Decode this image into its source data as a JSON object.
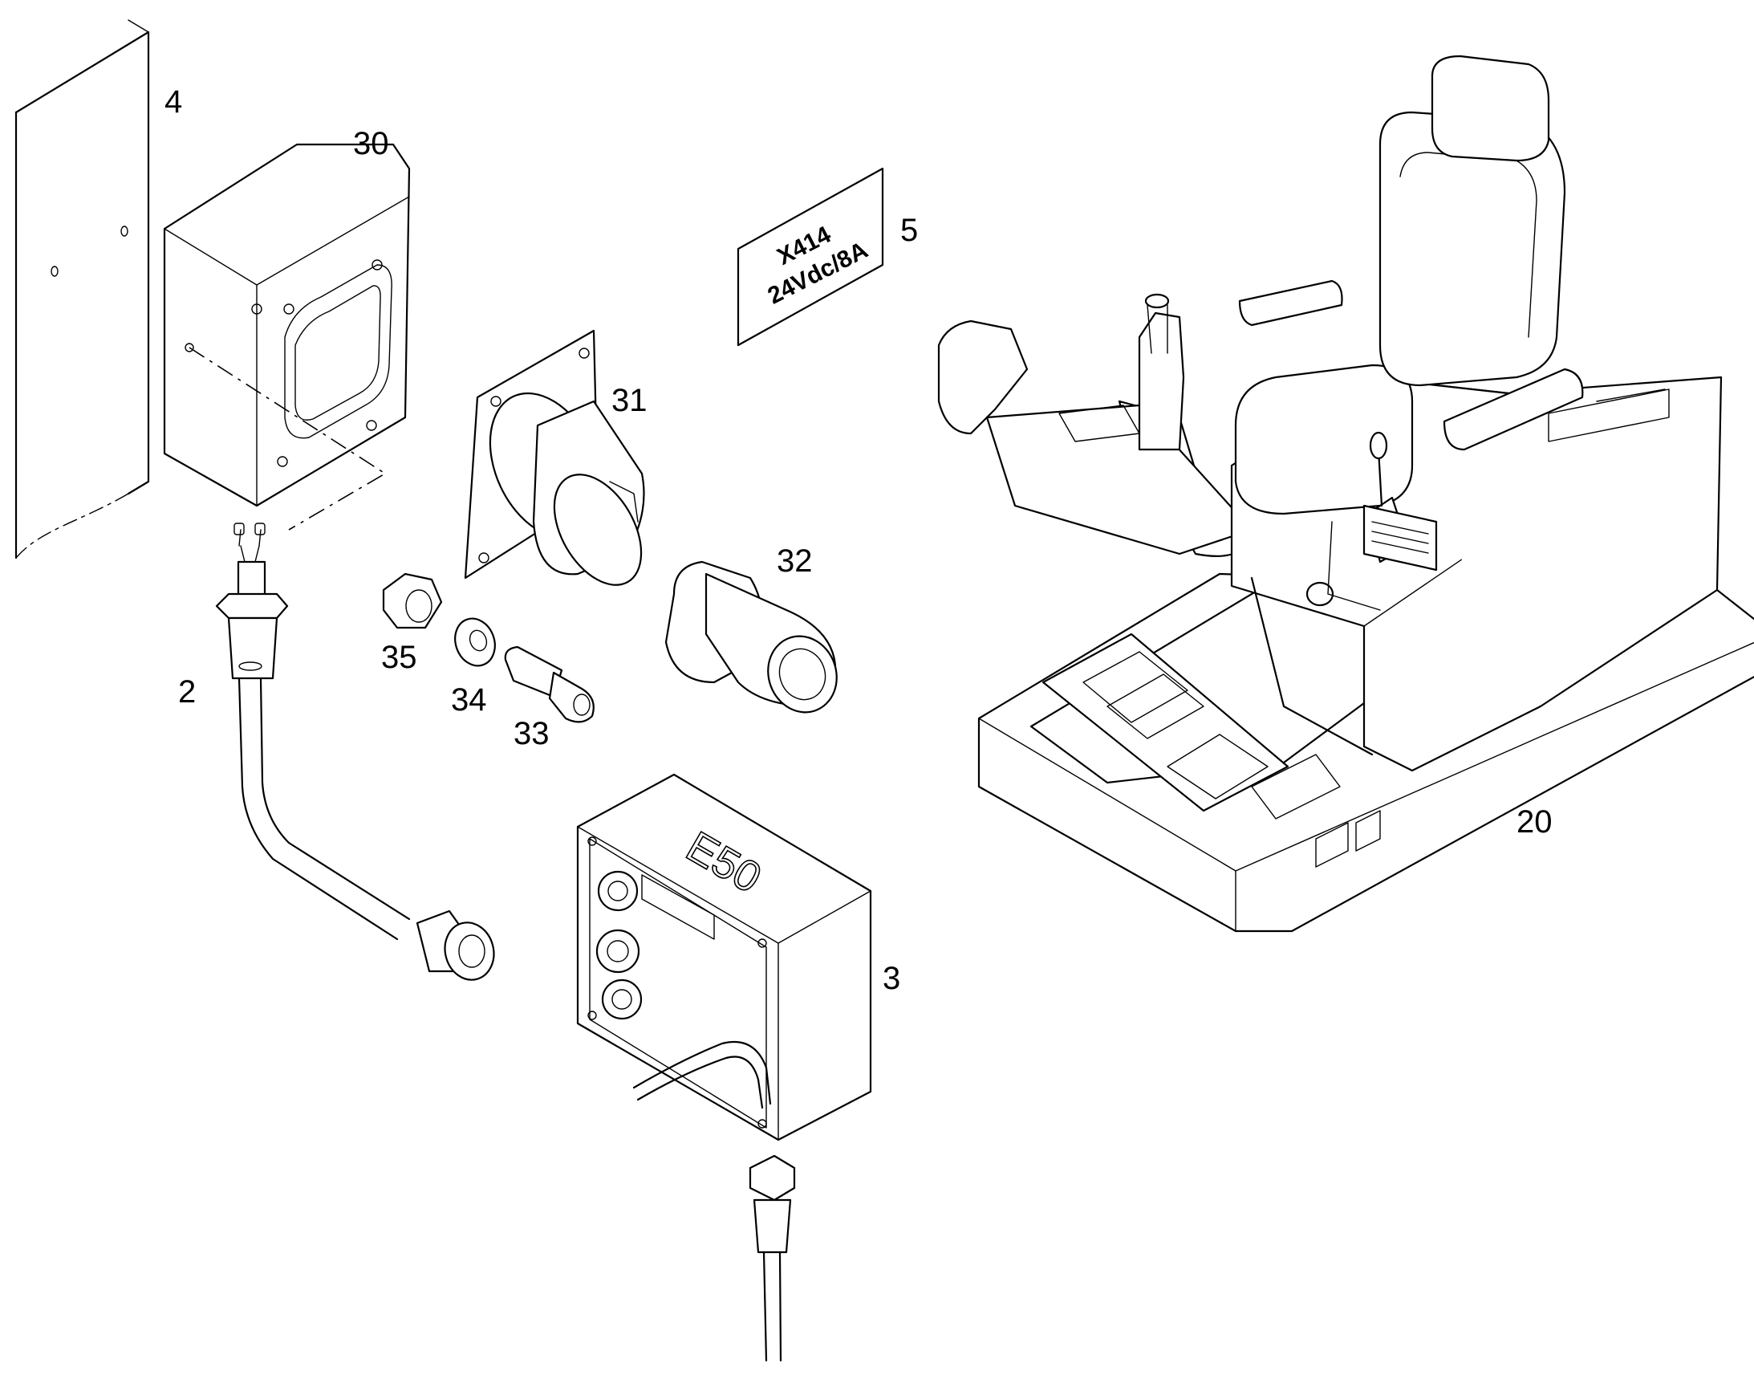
{
  "callouts": {
    "c4": "4",
    "c30": "30",
    "c5": "5",
    "c31": "31",
    "c32": "32",
    "c35": "35",
    "c34": "34",
    "c33": "33",
    "c2": "2",
    "c20": "20",
    "c3": "3"
  },
  "label_plate": {
    "line1": "X414",
    "line2": "24Vdc/8A"
  },
  "box_label": "E50"
}
